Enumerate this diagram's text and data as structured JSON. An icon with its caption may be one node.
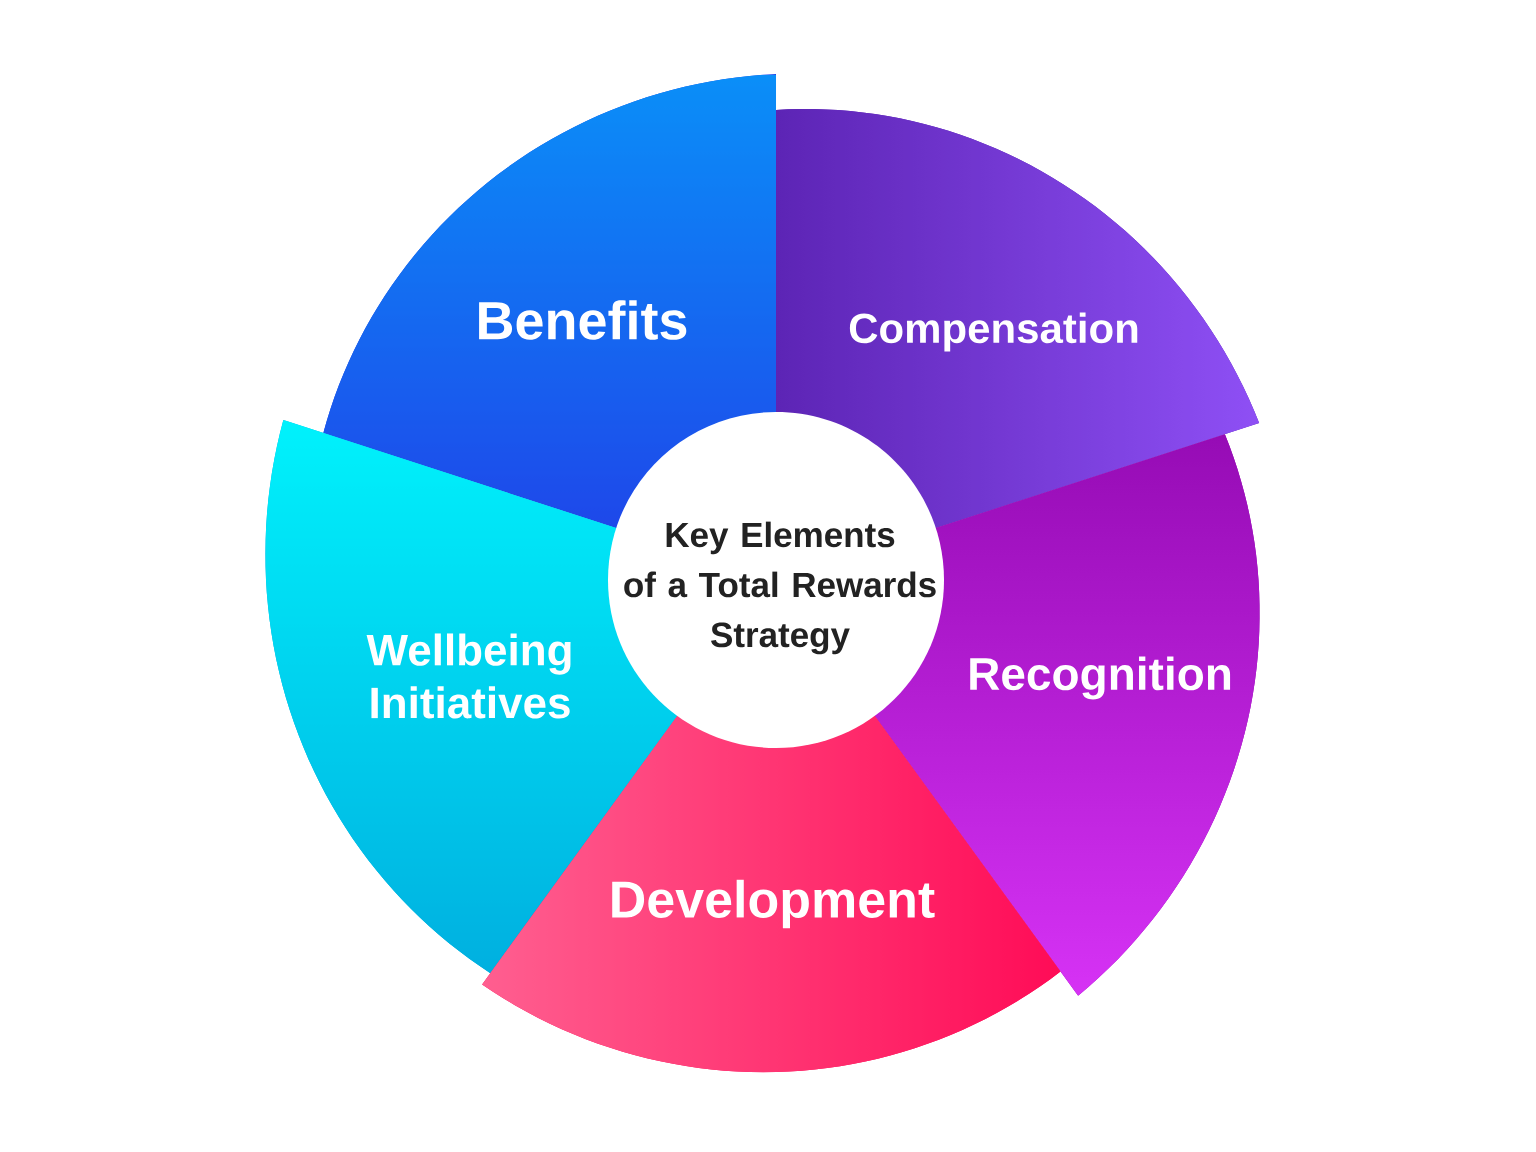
{
  "diagram": {
    "nodes": [
      {
        "text": [
          "Benefits"
        ]
      },
      {
        "text": [
          "Compensation"
        ]
      },
      {
        "text": [
          "Key Elements of a Total Rewards Strategy"
        ]
      },
      {
        "text": [
          "Wellbeing Initiatives"
        ]
      },
      {
        "text": [
          "Recognition"
        ]
      },
      {
        "text": [
          "Development"
        ]
      }
    ]
  }
}
